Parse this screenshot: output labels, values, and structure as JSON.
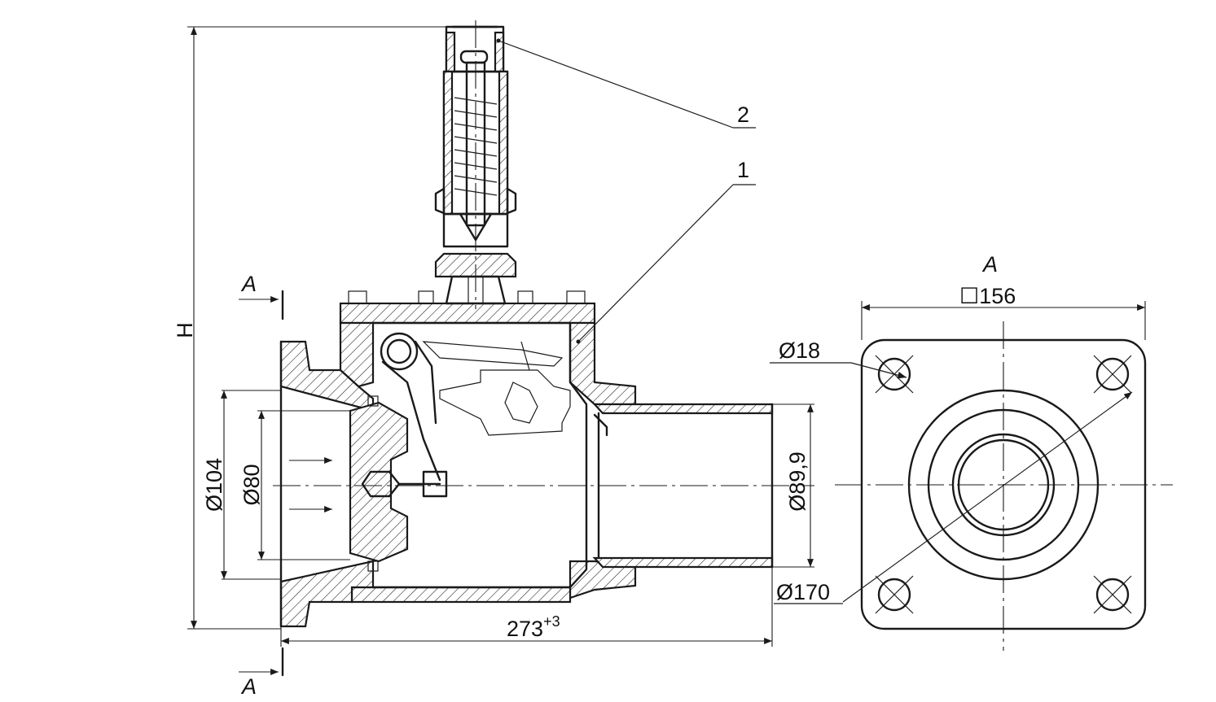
{
  "labels": {
    "callout_1": "1",
    "callout_2": "2",
    "height": "H",
    "section_top": "A",
    "section_bottom": "A",
    "view_title": "A",
    "square_size": "☐156",
    "hole_dia": "Ø18",
    "bolt_circle_dia": "Ø170",
    "inlet_outer_dia": "Ø104",
    "inlet_inner_dia": "Ø80",
    "outlet_dia": "Ø89,9",
    "length_value": "273",
    "length_tolerance": "+3"
  }
}
